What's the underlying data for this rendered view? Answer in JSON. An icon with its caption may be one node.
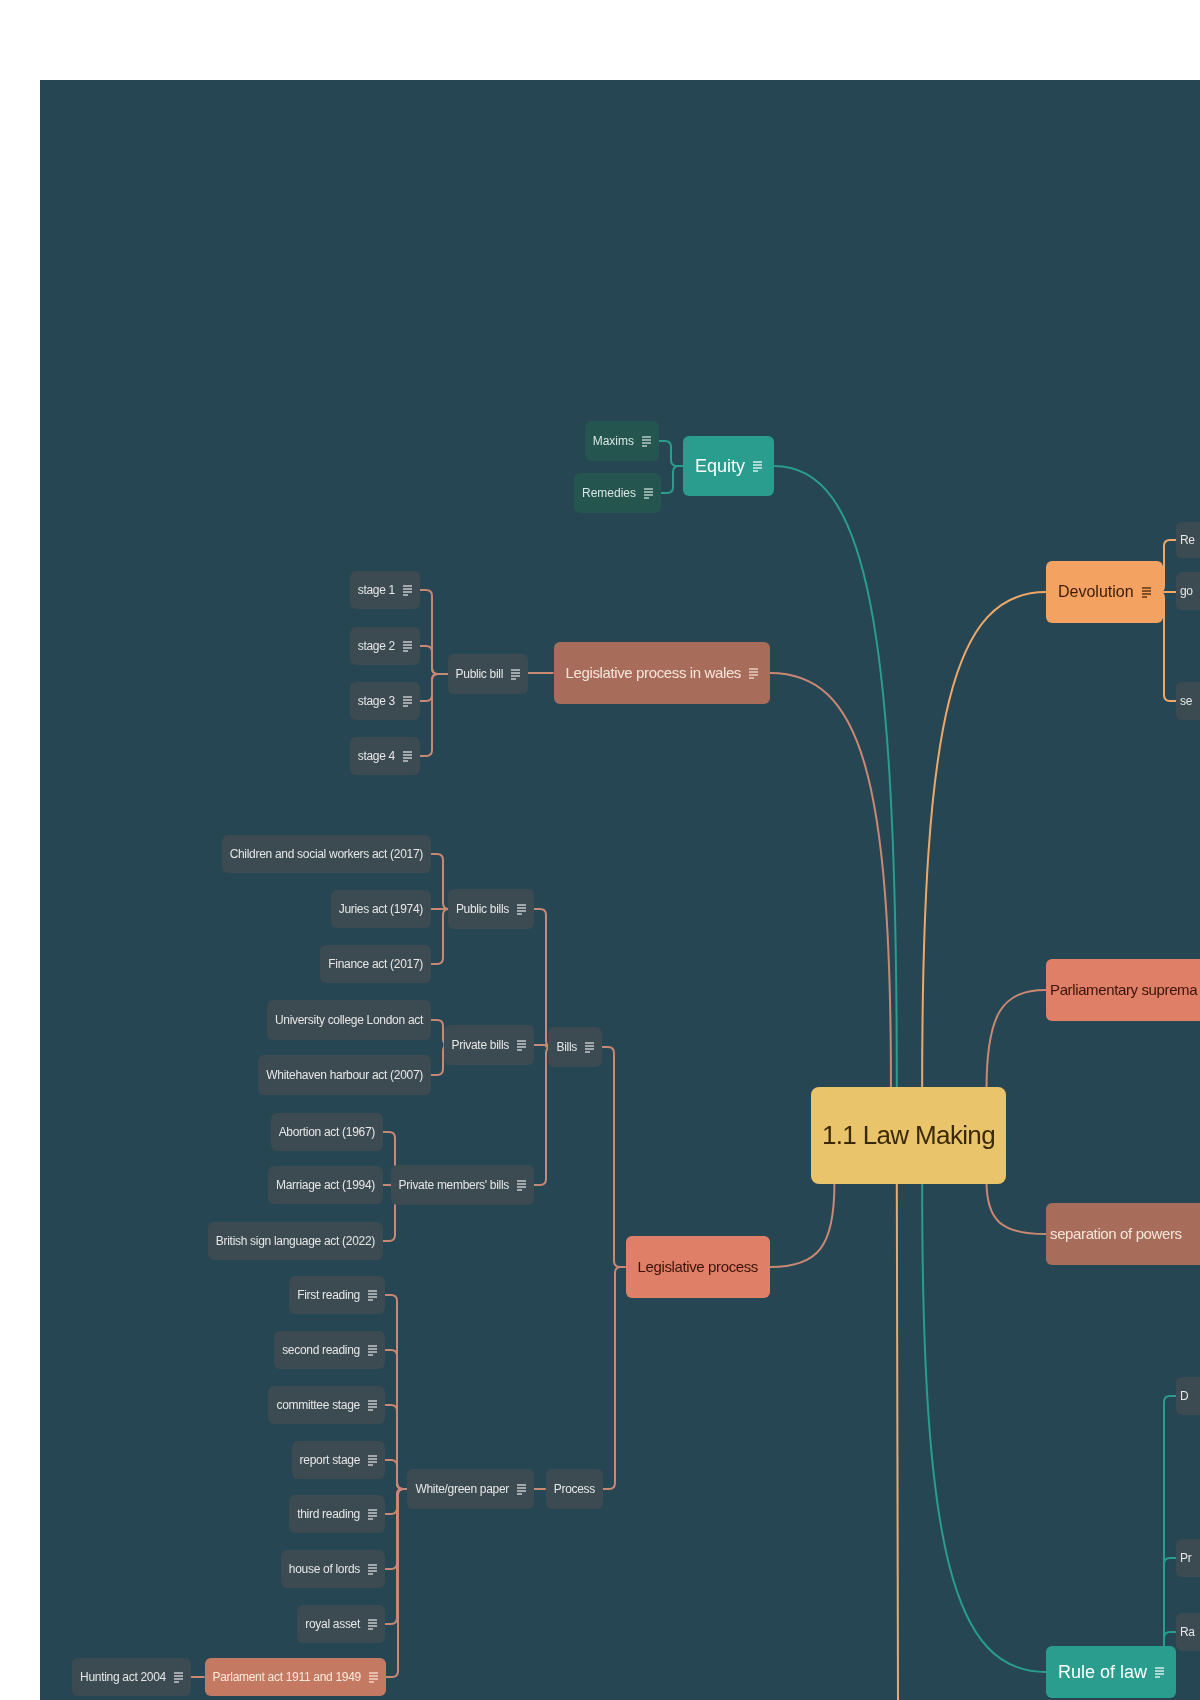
{
  "diagram": {
    "nodes": [
      {
        "text": [
          "1.1 Law Making"
        ]
      },
      {
        "text": [
          "Equity"
        ]
      },
      {
        "text": [
          "Maxims"
        ]
      },
      {
        "text": [
          "Remedies"
        ]
      },
      {
        "text": [
          "Legislative process in wales"
        ]
      },
      {
        "text": [
          "Public bill"
        ]
      },
      {
        "text": [
          "stage 1"
        ]
      },
      {
        "text": [
          "stage 2"
        ]
      },
      {
        "text": [
          "stage 3"
        ]
      },
      {
        "text": [
          "stage 4"
        ]
      },
      {
        "text": [
          "Legislative process"
        ]
      },
      {
        "text": [
          "Bills"
        ]
      },
      {
        "text": [
          "Public bills"
        ]
      },
      {
        "text": [
          "Children and social workers act (2017)"
        ]
      },
      {
        "text": [
          "Juries act (1974)"
        ]
      },
      {
        "text": [
          "Finance act (2017)"
        ]
      },
      {
        "text": [
          "Private bills"
        ]
      },
      {
        "text": [
          "University college London act"
        ]
      },
      {
        "text": [
          "Whitehaven harbour act (2007)"
        ]
      },
      {
        "text": [
          "Private members' bills"
        ]
      },
      {
        "text": [
          "Abortion act (1967)"
        ]
      },
      {
        "text": [
          "Marriage act (1994)"
        ]
      },
      {
        "text": [
          "British sign language act (2022)"
        ]
      },
      {
        "text": [
          "Process"
        ]
      },
      {
        "text": [
          "White/green paper"
        ]
      },
      {
        "text": [
          "First reading"
        ]
      },
      {
        "text": [
          "second reading"
        ]
      },
      {
        "text": [
          "committee stage"
        ]
      },
      {
        "text": [
          "report stage"
        ]
      },
      {
        "text": [
          "third reading"
        ]
      },
      {
        "text": [
          "house of lords"
        ]
      },
      {
        "text": [
          "royal asset"
        ]
      },
      {
        "text": [
          "Parlament act 1911 and 1949"
        ]
      },
      {
        "text": [
          "Hunting act 2004"
        ]
      },
      {
        "text": [
          "Devolution"
        ]
      },
      {
        "text": [
          "Re"
        ]
      },
      {
        "text": [
          "go"
        ]
      },
      {
        "text": [
          "se"
        ]
      },
      {
        "text": [
          "Parliamentary suprema"
        ]
      },
      {
        "text": [
          "separation of powers"
        ]
      },
      {
        "text": [
          "Rule of law"
        ]
      },
      {
        "text": [
          "D"
        ]
      },
      {
        "text": [
          "Pr"
        ]
      },
      {
        "text": [
          "Ra"
        ]
      }
    ],
    "edges": [
      {
        "from": 0,
        "to": 1,
        "arrow": "none",
        "color": "#2a9d8f"
      },
      {
        "from": 1,
        "to": 2,
        "arrow": "none",
        "color": "#2a9d8f"
      },
      {
        "from": 1,
        "to": 3,
        "arrow": "none",
        "color": "#2a9d8f"
      },
      {
        "from": 0,
        "to": 4,
        "arrow": "none"
      },
      {
        "from": 4,
        "to": 5,
        "arrow": "none"
      },
      {
        "from": 5,
        "to": 6,
        "arrow": "none"
      },
      {
        "from": 5,
        "to": 7,
        "arrow": "none"
      },
      {
        "from": 5,
        "to": 8,
        "arrow": "none"
      },
      {
        "from": 5,
        "to": 9,
        "arrow": "none"
      },
      {
        "from": 0,
        "to": 10,
        "arrow": "none"
      },
      {
        "from": 10,
        "to": 11,
        "arrow": "none"
      },
      {
        "from": 11,
        "to": 12,
        "arrow": "none"
      },
      {
        "from": 12,
        "to": 13,
        "arrow": "none"
      },
      {
        "from": 12,
        "to": 14,
        "arrow": "none"
      },
      {
        "from": 12,
        "to": 15,
        "arrow": "none"
      },
      {
        "from": 11,
        "to": 16,
        "arrow": "none"
      },
      {
        "from": 16,
        "to": 17,
        "arrow": "none"
      },
      {
        "from": 16,
        "to": 18,
        "arrow": "none"
      },
      {
        "from": 11,
        "to": 19,
        "arrow": "none"
      },
      {
        "from": 19,
        "to": 20,
        "arrow": "none"
      },
      {
        "from": 19,
        "to": 21,
        "arrow": "none"
      },
      {
        "from": 19,
        "to": 22,
        "arrow": "none"
      },
      {
        "from": 10,
        "to": 23,
        "arrow": "none"
      },
      {
        "from": 23,
        "to": 24,
        "arrow": "none"
      },
      {
        "from": 24,
        "to": 25,
        "arrow": "none"
      },
      {
        "from": 24,
        "to": 26,
        "arrow": "none"
      },
      {
        "from": 24,
        "to": 27,
        "arrow": "none"
      },
      {
        "from": 24,
        "to": 28,
        "arrow": "none"
      },
      {
        "from": 24,
        "to": 29,
        "arrow": "none"
      },
      {
        "from": 24,
        "to": 30,
        "arrow": "none"
      },
      {
        "from": 24,
        "to": 31,
        "arrow": "none"
      },
      {
        "from": 24,
        "to": 32,
        "arrow": "none"
      },
      {
        "from": 32,
        "to": 33,
        "arrow": "none"
      },
      {
        "from": 0,
        "to": 34,
        "arrow": "none",
        "color": "#f0a868"
      },
      {
        "from": 34,
        "to": 35,
        "arrow": "none",
        "color": "#f0a868"
      },
      {
        "from": 34,
        "to": 36,
        "arrow": "none",
        "color": "#f0a868"
      },
      {
        "from": 34,
        "to": 37,
        "arrow": "none",
        "color": "#f0a868"
      },
      {
        "from": 0,
        "to": 38,
        "arrow": "none"
      },
      {
        "from": 0,
        "to": 39,
        "arrow": "none"
      },
      {
        "from": 0,
        "to": 40,
        "arrow": "none",
        "color": "#2a9d8f"
      },
      {
        "from": 40,
        "to": 41,
        "arrow": "none",
        "color": "#2a9d8f"
      },
      {
        "from": 40,
        "to": 42,
        "arrow": "none",
        "color": "#2a9d8f"
      },
      {
        "from": 40,
        "to": 43,
        "arrow": "none",
        "color": "#2a9d8f"
      },
      {
        "from": 0,
        "to": null,
        "arrow": "none",
        "color": "#f0a868"
      }
    ]
  }
}
